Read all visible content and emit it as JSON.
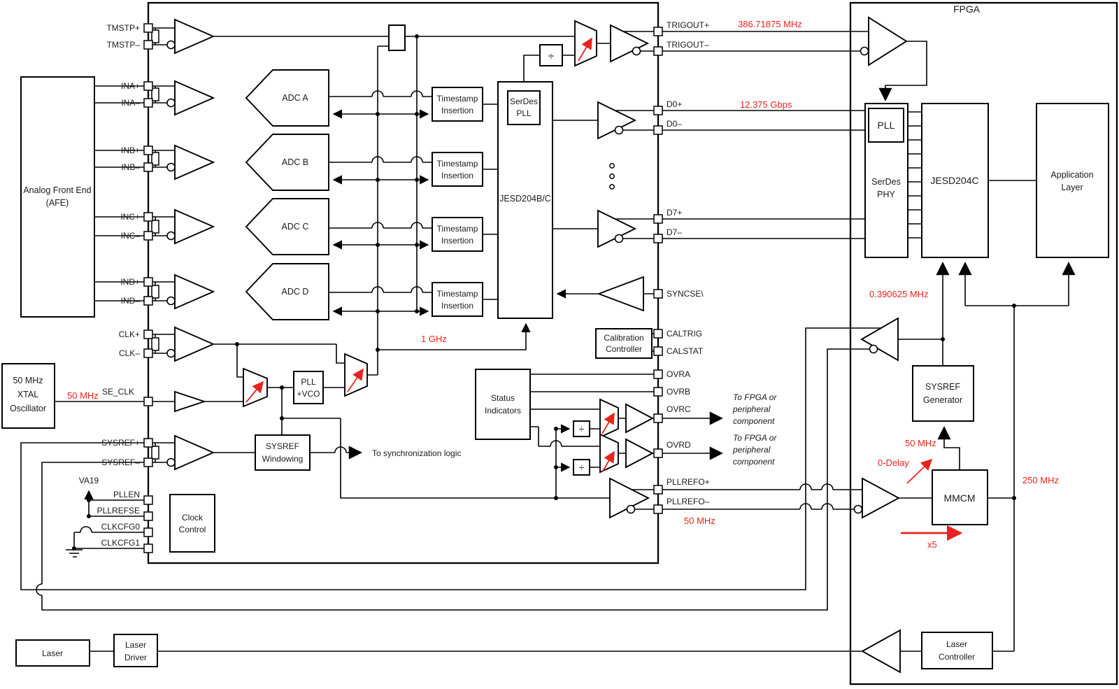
{
  "colors": {
    "accent_red": "#e8231d",
    "wire": "#000000",
    "text": "#1a1a1a"
  },
  "pins_left": {
    "tmstp_p": "TMSTP+",
    "tmstp_n": "TMSTP–",
    "ina_p": "INA+",
    "ina_n": "INA–",
    "inb_p": "INB+",
    "inb_n": "INB–",
    "inc_p": "INC+",
    "inc_n": "INC–",
    "ind_p": "IND+",
    "ind_n": "IND–",
    "clk_p": "CLK+",
    "clk_n": "CLK–",
    "se_clk": "SE_CLK",
    "sysref_p": "SYSREF+",
    "sysref_n": "SYSREF–",
    "pllen": "PLLEN",
    "pllrefse": "PLLREFSE",
    "clkcfg0": "CLKCFG0",
    "clkcfg1": "CLKCFG1"
  },
  "pins_right": {
    "trigout_p": "TRIGOUT+",
    "trigout_n": "TRIGOUT–",
    "d0_p": "D0+",
    "d0_n": "D0–",
    "d7_p": "D7+",
    "d7_n": "D7–",
    "syncse": "SYNCSE\\",
    "caltrig": "CALTRIG",
    "calstat": "CALSTAT",
    "ovra": "OVRA",
    "ovrb": "OVRB",
    "ovrc": "OVRC",
    "ovrd": "OVRD",
    "pllrefo_p": "PLLREFO+",
    "pllrefo_n": "PLLREFO–"
  },
  "blocks": {
    "afe1": "Analog Front End",
    "afe2": "(AFE)",
    "xtal1": "50 MHz",
    "xtal2": "XTAL",
    "xtal3": "Oscillator",
    "adc_a": "ADC A",
    "adc_b": "ADC B",
    "adc_c": "ADC C",
    "adc_d": "ADC D",
    "ts1": "Timestamp",
    "ts2": "Insertion",
    "serdes": "SerDes",
    "pll": "PLL",
    "jesd_bc": "JESD204B/C",
    "divide": "÷",
    "pllvco2": "+VCO",
    "sysref": "SYSREF",
    "windowing": "Windowing",
    "clock1": "Clock",
    "control": "Control",
    "cal1": "Calibration",
    "controller": "Controller",
    "status1": "Status",
    "status2": "Indicators",
    "laser": "Laser",
    "driver": "Driver",
    "fpga": "FPGA",
    "phy": "PHY",
    "jesd_c": "JESD204C",
    "app1": "Application",
    "app2": "Layer",
    "generator": "Generator",
    "mmcm": "MMCM"
  },
  "red_labels": {
    "trigout_rate": "386.71875 MHz",
    "data_rate": "12.375 Gbps",
    "core_clock": "1 GHz",
    "mhz50": "50 MHz",
    "sysref_rate": "0.390625 MHz",
    "zero_delay": "0-Delay",
    "mmcm_out": "250 MHz",
    "mult": "x5"
  },
  "notes": {
    "sync_logic": "To synchronization logic",
    "periph1": "To FPGA or",
    "periph2": "peripheral",
    "periph3": "component",
    "va19": "VA19"
  }
}
